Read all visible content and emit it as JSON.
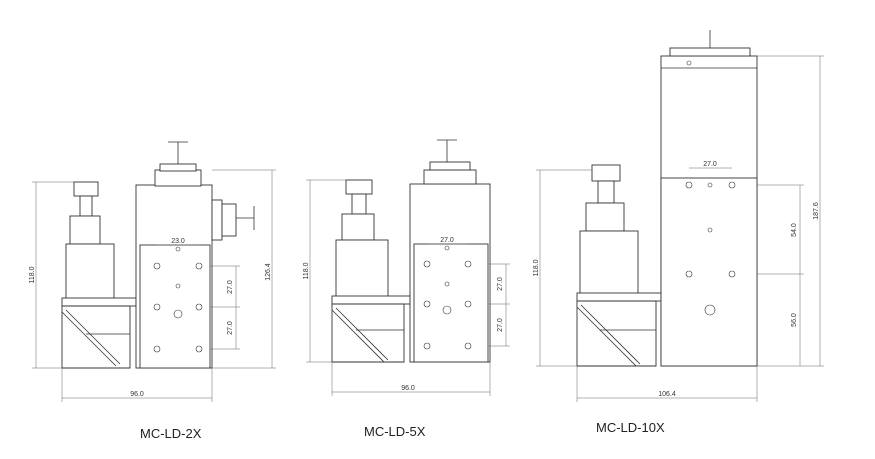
{
  "models": [
    {
      "name": "MC-LD-2X",
      "dims": {
        "height_left": "118.0",
        "height_right": "126.4",
        "width": "96.0",
        "top_spacing": "23.0",
        "vert_a": "27.0",
        "vert_b": "27.0"
      }
    },
    {
      "name": "MC-LD-5X",
      "dims": {
        "height_left": "118.0",
        "width": "96.0",
        "top_spacing": "27.0",
        "vert_a": "27.0",
        "vert_b": "27.0"
      }
    },
    {
      "name": "MC-LD-10X",
      "dims": {
        "height_left": "118.0",
        "height_right": "187.6",
        "width": "106.4",
        "top_spacing": "27.0",
        "vert_a": "54.0",
        "vert_b": "56.0"
      }
    }
  ]
}
